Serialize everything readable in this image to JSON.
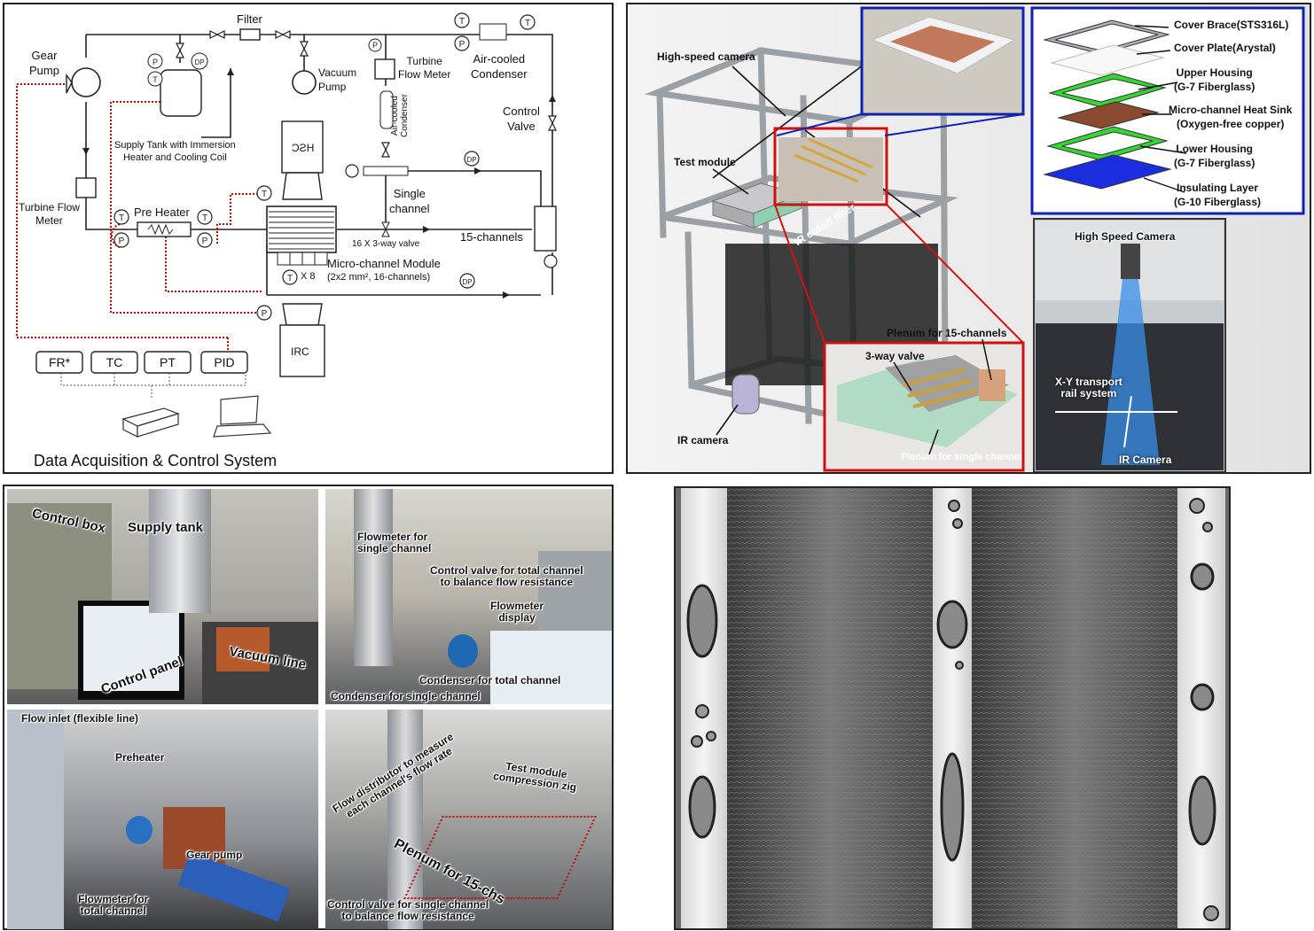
{
  "schematic": {
    "labels": {
      "filter": "Filter",
      "gear_pump": "Gear\nPump",
      "vacuum_pump": "Vacuum\nPump",
      "turbine_flow_meter_top": "Turbine\nFlow Meter",
      "air_cooled_condenser_top": "Air-cooled\nCondenser",
      "air_cooled_condenser_vert": "Air-cooled\nCondenser",
      "control_valve": "Control\nValve",
      "supply_tank": "Supply Tank with Immersion\nHeater and Cooling Coil",
      "hsc": "HSC",
      "single_channel": "Single\nchannel",
      "turbine_flow_meter_left": "Turbine Flow\nMeter",
      "pre_heater": "Pre Heater",
      "three_way_valve": "16 X 3-way valve",
      "fifteen_channels": "15-channels",
      "micro_channel_module": "Micro-channel Module",
      "micro_channel_spec": "(2x2 mm², 16-channels)",
      "tx8": "X 8",
      "irc": "IRC",
      "daq_title": "Data Acquisition & Control System",
      "t": "T",
      "p": "P",
      "dp": "DP"
    },
    "daq_boxes": [
      "FR*",
      "TC",
      "PT",
      "PID"
    ]
  },
  "apparatus": {
    "labels": {
      "high_speed_camera": "High-speed camera",
      "test_module": "Test module",
      "ir_cutoff_filter": "IR cutoff filter",
      "ir_camera": "IR camera",
      "plenum_15": "Plenum for 15-channels",
      "three_way_valve": "3-way valve",
      "plenum_single": "Plenum for single channel"
    },
    "exploded_layers": [
      "Cover Brace(STS316L)",
      "Cover Plate(Arystal)",
      "Upper Housing\n(G-7 Fiberglass)",
      "Micro-channel Heat Sink\n(Oxygen-free copper)",
      "Lower Housing\n(G-7 Fiberglass)",
      "Insulating Layer\n(G-10 Fiberglass)"
    ],
    "photo_labels": {
      "high_speed_camera": "High Speed Camera",
      "xy_rail": "X-Y transport\nrail system",
      "ir_camera": "IR Camera"
    }
  },
  "photos": {
    "p1": {
      "control_box": "Control box",
      "supply_tank": "Supply tank",
      "vacuum_line": "Vacuum line",
      "control_panel": "Control panel"
    },
    "p2": {
      "flowmeter_single": "Flowmeter for\nsingle channel",
      "control_valve_total": "Control valve for total channel\nto balance flow resistance",
      "flowmeter_display": "Flowmeter\ndisplay",
      "condenser_total": "Condenser for total channel",
      "condenser_single": "Condenser for single channel"
    },
    "p3": {
      "flow_inlet": "Flow inlet (flexible line)",
      "preheater": "Preheater",
      "gear_pump": "Gear pump",
      "flowmeter_total": "Flowmeter for\ntotal channel"
    },
    "p4": {
      "flow_distributor": "Flow distributor to measure\neach channel's flow rate",
      "test_module": "Test module\ncompression zig",
      "plenum": "Plenum for 15-chs",
      "control_valve_single": "Control valve for single channel\nto balance flow resistance"
    }
  },
  "colors": {
    "signal_line": "#c00000",
    "red_box": "#d01010",
    "blue_box": "#1020b0",
    "green_layer": "#33d633",
    "copper": "#8a4a30",
    "blue_layer": "#1a2ee0"
  }
}
